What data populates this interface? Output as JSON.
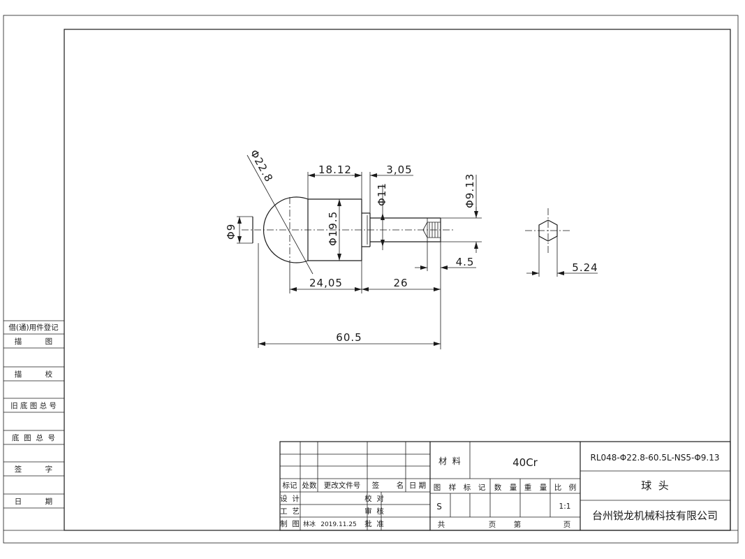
{
  "drawing": {
    "dims": {
      "sphere_dia": "Φ22.8",
      "neck_dia": "Φ9",
      "body_dia": "Φ19.5",
      "groove_dia": "Φ11",
      "pin_dia": "Φ9.13",
      "len_18": "18.12",
      "len_3": "3,05",
      "len_24": "24,05",
      "len_26": "26",
      "len_4_5": "4.5",
      "hex_size": "5.24",
      "total_len": "60.5"
    }
  },
  "side_table": {
    "rows": [
      "借(通)用件登记",
      "描          图",
      "描          校",
      "旧 底 图 总 号",
      "底  图  总  号",
      "签          字",
      "日          期"
    ]
  },
  "title_block": {
    "rev_headers": [
      "标记",
      "处数",
      "更改文件号",
      "签",
      "名",
      "日 期"
    ],
    "design": "设  计",
    "check": "校  对",
    "process": "工  艺",
    "review": "审  核",
    "drafter": "制  图",
    "drafter_name": "林冰",
    "draft_date": "2019.11.25",
    "approve": "批  准",
    "material_label": "材  料",
    "material_value": "40Cr",
    "col_headers": [
      "图",
      "样",
      "标",
      "记",
      "数",
      "量",
      "重",
      "量",
      "比",
      "例"
    ],
    "mark_value": "S",
    "scale_value": "1:1",
    "total_label": "共",
    "page_label": "页",
    "nth_label": "第",
    "page_label2": "页",
    "drawing_code": "RL048-Φ22.8-60.5L-NS5-Φ9.13",
    "part_name": "球  头",
    "company": "台州锐龙机械科技有限公司"
  }
}
